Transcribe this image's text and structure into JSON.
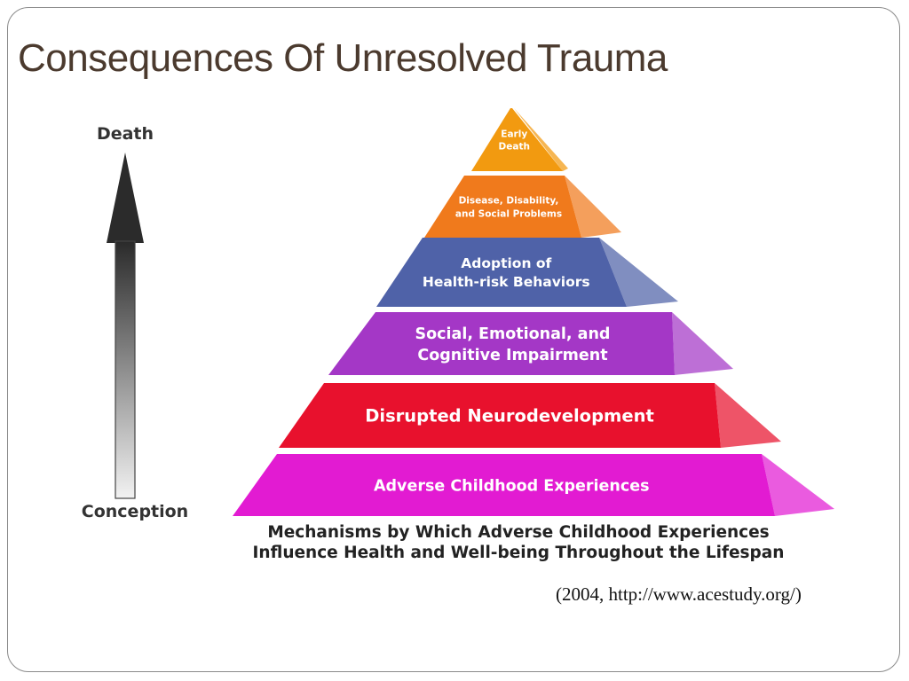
{
  "slide": {
    "title": "Consequences Of Unresolved Trauma",
    "citation": "(2004, http://www.acestudy.org/)"
  },
  "diagram": {
    "arrow_top_label": "Death",
    "arrow_bottom_label": "Conception",
    "levels": [
      {
        "lines": [
          "Early",
          "Death"
        ],
        "color": "#f29a10"
      },
      {
        "lines": [
          "Disease, Disability,",
          "and Social Problems"
        ],
        "color": "#f07a1c"
      },
      {
        "lines": [
          "Adoption of",
          "Health-risk Behaviors"
        ],
        "color": "#4f62a8"
      },
      {
        "lines": [
          "Social, Emotional, and",
          "Cognitive Impairment"
        ],
        "color": "#a437c6"
      },
      {
        "lines": [
          "Disrupted Neurodevelopment"
        ],
        "color": "#e8112d"
      },
      {
        "lines": [
          "Adverse Childhood Experiences"
        ],
        "color": "#e21bd2"
      }
    ],
    "caption_lines": [
      "Mechanisms by Which Adverse Childhood Experiences",
      "Influence Health and Well-being Throughout the Lifespan"
    ]
  }
}
